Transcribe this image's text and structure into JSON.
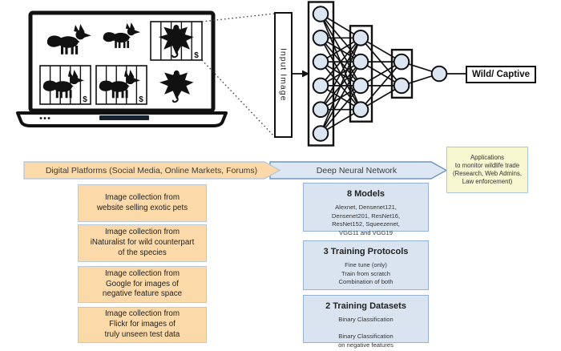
{
  "colors": {
    "peach_fill": "#fcd9a8",
    "peach_border": "#b9c9dd",
    "blue_fill": "#dae4f0",
    "blue_border": "#93b2d4",
    "blue_arrow_fill": "#dde7f3",
    "blue_arrow_border": "#6f96c1",
    "yellow_fill": "#f7f7d2",
    "yellow_border": "#a9c6de",
    "node_fill": "#dce6f2",
    "ink": "#111111"
  },
  "laptop": {
    "price_symbol": "$",
    "screen_animals": [
      {
        "animal": "fennec-fox",
        "caged": false,
        "price_tag": false
      },
      {
        "animal": "fox",
        "caged": false,
        "price_tag": false
      },
      {
        "animal": "sugar-glider",
        "caged": true,
        "price_tag": true
      },
      {
        "animal": "fox",
        "caged": true,
        "price_tag": true
      },
      {
        "animal": "fennec-fox",
        "caged": true,
        "price_tag": true
      },
      {
        "animal": "sugar-glider",
        "caged": false,
        "price_tag": false
      }
    ]
  },
  "nn": {
    "input_label": "Input Image",
    "output_label": "Wild/ Captive",
    "layer_sizes": [
      6,
      4,
      2,
      1
    ]
  },
  "pipeline": {
    "platforms_arrow": "Digital Platforms (Social Media, Online Markets, Forums)",
    "dnn_arrow": "Deep Neural Network",
    "applications": "Applications\nto monitor wildlife trade\n(Research, Web Admins,\nLaw enforcement)"
  },
  "data_sources": [
    "Image collection from\nwebsite selling exotic pets",
    "Image collection from\niNaturalist for wild counterpart\nof the species",
    "Image collection from\nGoogle for images of\nnegative feature space",
    "Image collection from\nFlickr for images of\ntruly unseen test data"
  ],
  "dnn_components": [
    {
      "title": "8 Models",
      "body": "Alexnet, Densenet121,\nDensenet201, ResNet16,\nResNet152, Squeezenet,\nVGG11 and VGG19"
    },
    {
      "title": "3 Training Protocols",
      "body": "Fine tune (only)\nTrain from scratch\nCombination of both"
    },
    {
      "title": "2 Training Datasets",
      "body": "Binary Classification\n\nBinary Classification\non negative features"
    }
  ]
}
